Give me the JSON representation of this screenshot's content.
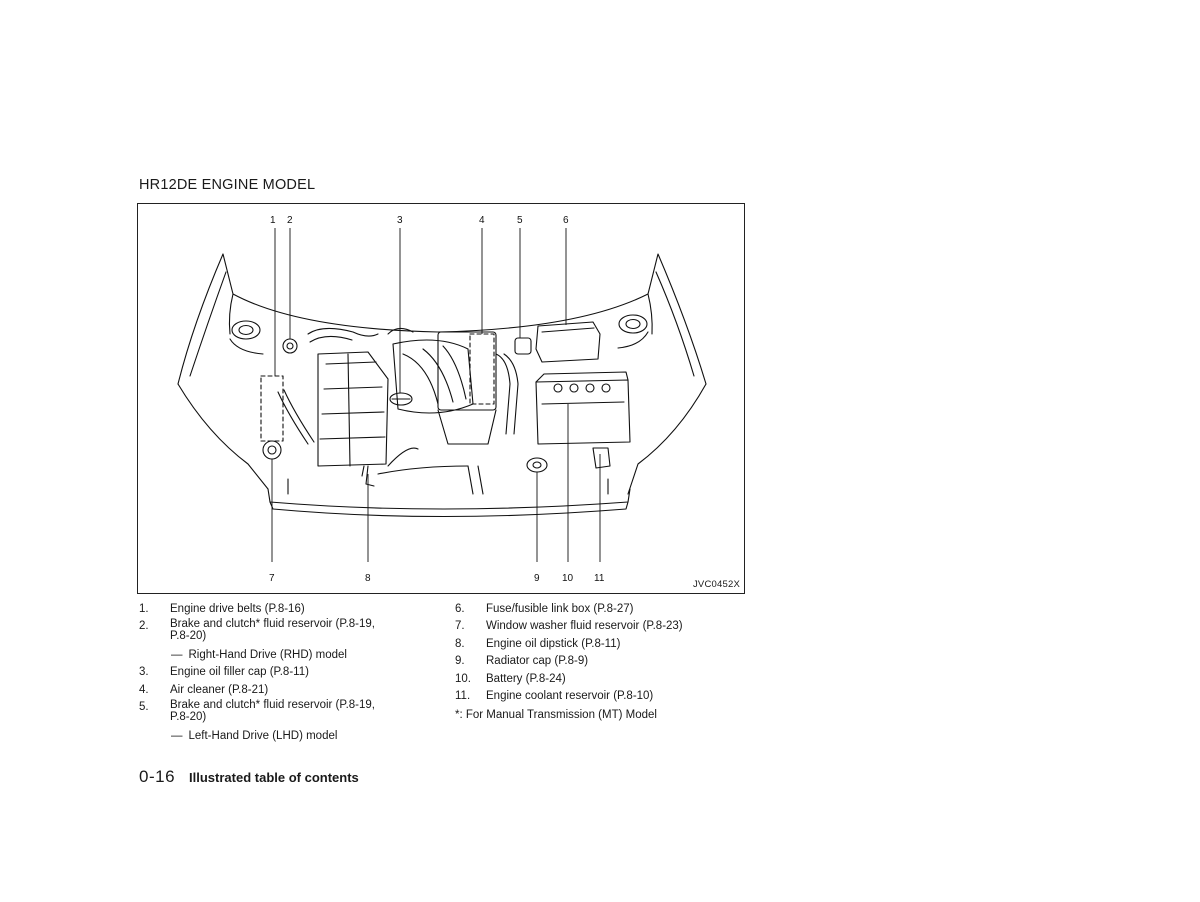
{
  "section_title": "HR12DE ENGINE MODEL",
  "figure": {
    "code": "JVC0452X",
    "top_callouts": [
      "1",
      "2",
      "3",
      "4",
      "5",
      "6"
    ],
    "bottom_callouts": [
      "7",
      "8",
      "9",
      "10",
      "11"
    ]
  },
  "legend_left": [
    {
      "num": "1.",
      "text": "Engine drive belts (P.8-16)"
    },
    {
      "num": "2.",
      "text_line1": "Brake and clutch* fluid reservoir (P.8-19,",
      "text_line2": "P.8-20)",
      "sub_dash": "—",
      "sub": "Right-Hand Drive (RHD) model"
    },
    {
      "num": "3.",
      "text": "Engine oil filler cap (P.8-11)"
    },
    {
      "num": "4.",
      "text": "Air cleaner (P.8-21)"
    },
    {
      "num": "5.",
      "text_line1": "Brake and clutch* fluid reservoir (P.8-19,",
      "text_line2": "P.8-20)",
      "sub_dash": "—",
      "sub": "Left-Hand Drive (LHD) model"
    }
  ],
  "legend_right": [
    {
      "num": "6.",
      "text": "Fuse/fusible link box (P.8-27)"
    },
    {
      "num": "7.",
      "text": "Window washer fluid reservoir (P.8-23)"
    },
    {
      "num": "8.",
      "text": "Engine oil dipstick (P.8-11)"
    },
    {
      "num": "9.",
      "text": "Radiator cap (P.8-9)"
    },
    {
      "num": "10.",
      "text": "Battery (P.8-24)"
    },
    {
      "num": "11.",
      "text": "Engine coolant reservoir (P.8-10)"
    }
  ],
  "footnote": "*: For Manual Transmission (MT) Model",
  "footer": {
    "page_number": "0-16",
    "section": "Illustrated table of contents"
  }
}
